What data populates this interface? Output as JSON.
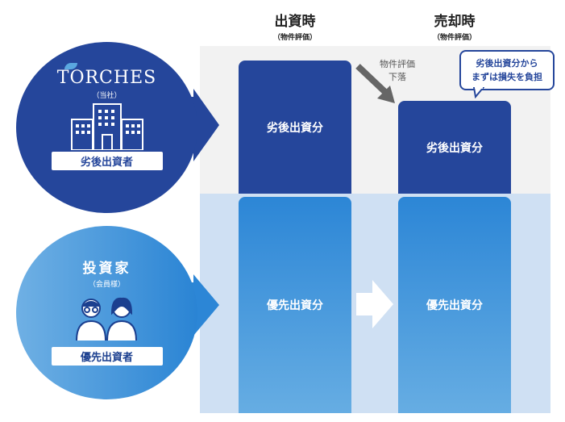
{
  "headers": [
    {
      "title": "出資時",
      "sub": "（物件評価）"
    },
    {
      "title": "売却時",
      "sub": "（物件評価）"
    }
  ],
  "torches": {
    "logo": "TORCHES",
    "sub": "（当社）",
    "role": "劣後出資者"
  },
  "investor": {
    "title": "投資家",
    "sub": "（会員様）",
    "role": "優先出資者"
  },
  "bars": {
    "sub_left": "劣後出資分",
    "sub_right": "劣後出資分",
    "pri_left": "優先出資分",
    "pri_right": "優先出資分"
  },
  "drop_label": [
    "物件評価",
    "下落"
  ],
  "callout": [
    "劣後出資分から",
    "まずは損失を負担"
  ],
  "colors": {
    "dark": "#25469b",
    "light": "#2c86d6"
  }
}
